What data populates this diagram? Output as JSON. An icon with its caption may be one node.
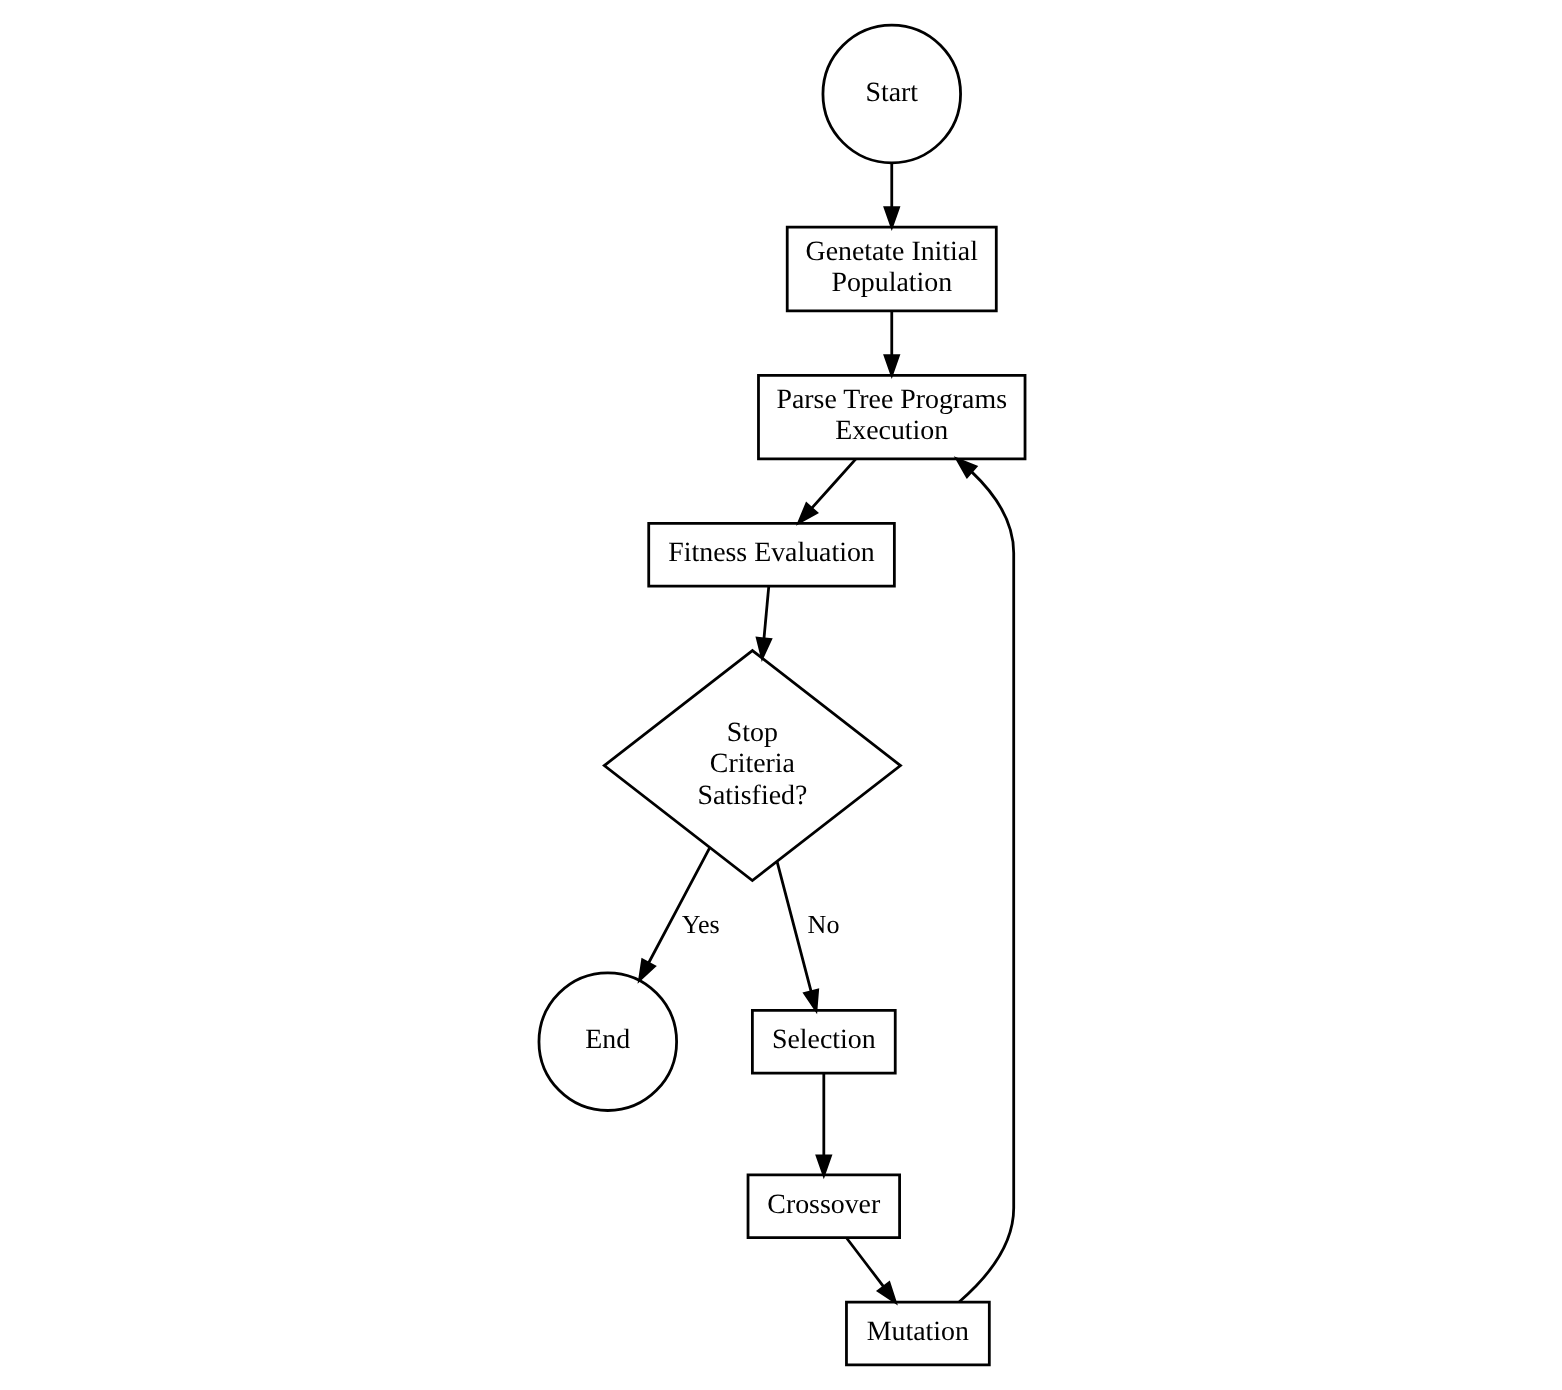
{
  "diagram": {
    "nodes": [
      {
        "text": [
          "Parse Tree Programs Execution"
        ]
      },
      {
        "text": [
          "Genetate Initial Population"
        ]
      },
      {
        "text": [
          "Fitness Evaluation"
        ]
      },
      {
        "text": [
          "Mutation"
        ]
      },
      {
        "text": [
          "Start"
        ]
      },
      {
        "text": [
          "Crossover"
        ]
      },
      {
        "text": [
          "Stop Criteria Satisfied?"
        ]
      },
      {
        "text": [
          "End"
        ]
      },
      {
        "text": [
          "Selection"
        ]
      }
    ],
    "edges": [
      {
        "from": 4,
        "to": 1,
        "arrow": "to"
      },
      {
        "from": 1,
        "to": 0,
        "arrow": "to"
      },
      {
        "from": 0,
        "to": 2,
        "arrow": "to"
      },
      {
        "from": 2,
        "to": 6,
        "arrow": "to"
      },
      {
        "from": 6,
        "to": 7,
        "arrow": "to",
        "label": "Yes"
      },
      {
        "from": 6,
        "to": 8,
        "arrow": "to",
        "label": "No"
      },
      {
        "from": 8,
        "to": 5,
        "arrow": "to"
      },
      {
        "from": 5,
        "to": 3,
        "arrow": "to"
      },
      {
        "from": 3,
        "to": 0,
        "arrow": "to"
      }
    ]
  }
}
